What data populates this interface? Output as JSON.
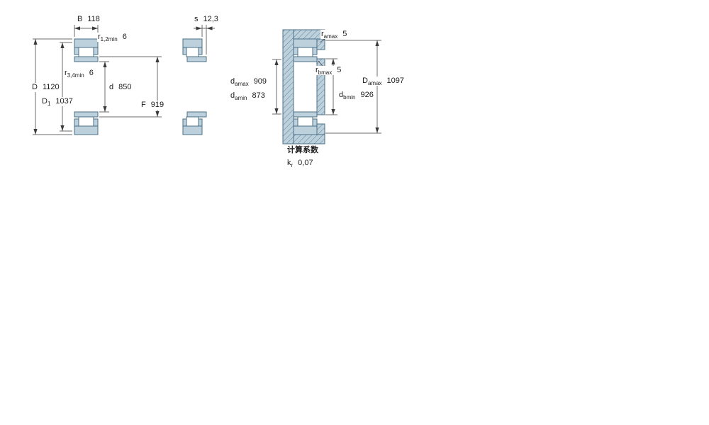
{
  "drawing": {
    "description": "Cylindrical roller bearing dimension drawing with three sectional views and mounting dimensions"
  },
  "labels": {
    "B": {
      "base": "B",
      "sub": "",
      "value": "118"
    },
    "r12": {
      "base": "r",
      "sub": "1,2min",
      "value": "6"
    },
    "r34": {
      "base": "r",
      "sub": "3,4min",
      "value": "6"
    },
    "D": {
      "base": "D",
      "sub": "",
      "value": "1120"
    },
    "D1": {
      "base": "D",
      "sub": "1",
      "value": "1037"
    },
    "d": {
      "base": "d",
      "sub": "",
      "value": "850"
    },
    "F": {
      "base": "F",
      "sub": "",
      "value": "919"
    },
    "s": {
      "base": "s",
      "sub": "",
      "value": "12,3"
    },
    "ra": {
      "base": "r",
      "sub": "amax",
      "value": "5"
    },
    "rb": {
      "base": "r",
      "sub": "bmax",
      "value": "5"
    },
    "damax": {
      "base": "d",
      "sub": "amax",
      "value": "909"
    },
    "damin": {
      "base": "d",
      "sub": "amin",
      "value": "873"
    },
    "dbmin": {
      "base": "d",
      "sub": "bmin",
      "value": "926"
    },
    "Damax": {
      "base": "D",
      "sub": "amax",
      "value": "1097"
    }
  },
  "calc": {
    "title": "计算系数",
    "kr": {
      "base": "k",
      "sub": "r",
      "value": "0,07"
    }
  },
  "colors": {
    "section_fill": "#bdd1dd",
    "outline": "#4a7086",
    "hatch_line": "#5d7f94",
    "dimension": "#3a3a3a"
  }
}
